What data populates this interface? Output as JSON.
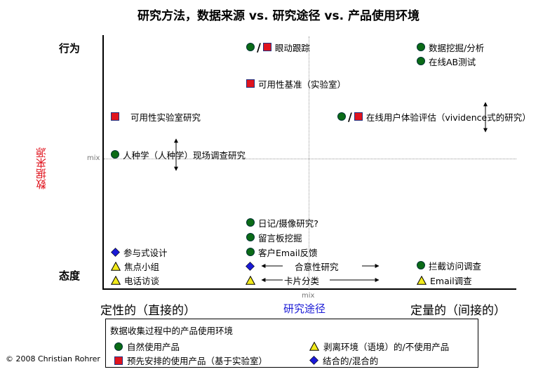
{
  "title": "研究方法，数据来源 vs. 研究途径 vs. 产品使用环境",
  "y_axis": {
    "title": "数据来源",
    "top_label": "行为",
    "bottom_label": "态度",
    "mid_label": "mix"
  },
  "x_axis": {
    "title": "研究途径",
    "left_label": "定性的（直接的）",
    "right_label": "定量的（间接的）",
    "mid_label": "mix"
  },
  "items": {
    "eye_tracking": "眼动跟踪",
    "data_mining": "数据挖掘/分析",
    "ab_testing": "在线AB测试",
    "usability_benchmark": "可用性基准（实验室）",
    "usability_lab": "可用性实验室研究",
    "online_ux": "在线用户体验评估（vividence式的研究）",
    "ethnography": "人种学（人种学）现场调查研究",
    "diary": "日记/摄像研究?",
    "message_board": "留言板挖掘",
    "customer_email": "客户Email反馈",
    "participatory_design": "参与式设计",
    "focus_group": "焦点小组",
    "phone_interview": "电话访谈",
    "desirability": "合意性研究",
    "card_sorting": "卡片分类",
    "intercept_survey": "拦截访问调查",
    "email_survey": "Email调查"
  },
  "legend": {
    "title": "数据收集过程中的产品使用环境",
    "natural": "自然使用产品",
    "decontextualized": "剥离环境（语境）的/不使用产品",
    "scripted": "预先安排的使用产品（基于实验室）",
    "combined": "结合的/混合的"
  },
  "copyright": "© 2008 Christian Rohrer",
  "colors": {
    "natural": "#0a6b16",
    "scripted": "#e0141e",
    "decontextualized": "#f2ea1a",
    "combined": "#1a1ad6",
    "y_title": "#e0141e",
    "x_title": "#1a1ad6"
  },
  "icons": [
    "green-circle-icon",
    "red-square-icon",
    "yellow-triangle-icon",
    "blue-diamond-icon",
    "double-arrow-icon"
  ]
}
